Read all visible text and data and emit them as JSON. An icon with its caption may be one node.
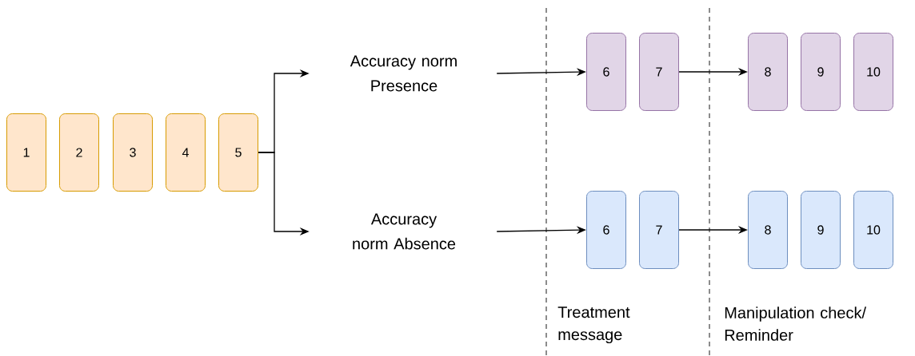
{
  "diagram": {
    "nodes": [
      {
        "text": [
          "1"
        ]
      },
      {
        "text": [
          "2"
        ]
      },
      {
        "text": [
          "3"
        ]
      },
      {
        "text": [
          "4"
        ]
      },
      {
        "text": [
          "5"
        ]
      },
      {
        "text": [
          "Accuracy norm Presence"
        ]
      },
      {
        "text": [
          "Accuracy norm Absence"
        ]
      },
      {
        "text": [
          "6"
        ]
      },
      {
        "text": [
          "7"
        ]
      },
      {
        "text": [
          "8"
        ]
      },
      {
        "text": [
          "9"
        ]
      },
      {
        "text": [
          "10"
        ]
      },
      {
        "text": [
          "6"
        ]
      },
      {
        "text": [
          "7"
        ]
      },
      {
        "text": [
          "8"
        ]
      },
      {
        "text": [
          "9"
        ]
      },
      {
        "text": [
          "10"
        ]
      }
    ],
    "edges": [
      {
        "from": 4,
        "to": 5,
        "arrow": "to"
      },
      {
        "from": 4,
        "to": 6,
        "arrow": "to"
      },
      {
        "from": 5,
        "to": 7,
        "arrow": "to"
      },
      {
        "from": 6,
        "to": 12,
        "arrow": "to"
      },
      {
        "from": 8,
        "to": 9,
        "arrow": "to"
      },
      {
        "from": 13,
        "to": 14,
        "arrow": "to"
      }
    ],
    "labels": [
      "Treatment message",
      "Manipulation check/ Reminder"
    ]
  }
}
